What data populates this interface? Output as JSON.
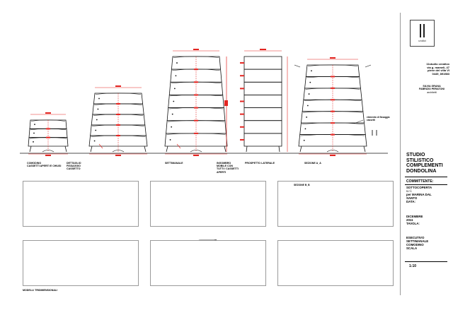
{
  "sheet": {
    "border_color": "#9a9a9a",
    "dimension_color": "#e32521",
    "line_color": "#111111"
  },
  "elevations": {
    "labels": {
      "comodino": "COMODINO\nCASSETTI APERTI E CHIUSI",
      "dettaglio": "DETTAGLIO\nFISSAGGIO\nCASSETTO",
      "settimanale": "SETTIMANALE",
      "ingombro": "INGOMBRO\nMOBILE CON\nTUTTI I CASSETTI\nAPERTI",
      "prospetto": "PROSPETTO LATERALE",
      "sezione": "SEZIONE A_A",
      "fissaggio_note": "elemento di fissaggio\ncassetti"
    }
  },
  "views3d": {
    "caption": "MODELLI TRIDIMENSIONALI",
    "section_tag": "SEZIONE B_B"
  },
  "title_block": {
    "logo_text": "undici",
    "address": [
      "11studio creativo",
      "via g. mameli, 47",
      "pieve del villa VI",
      "0445_891583"
    ],
    "credits": [
      "SILVIA GRANA",
      "FABRIZIO PERATONI",
      "architetti"
    ],
    "studio": [
      "STUDIO",
      "STILISTICO",
      "COMPLEMENTI",
      "DONDOLINA"
    ],
    "committente_label": "COMMITTENTE:",
    "committente": [
      "SOTTOCOPERTA",
      "s.r.l.",
      "per MARINA DAL",
      "SANTO"
    ],
    "data_label": "DATA:",
    "data": [
      "DICEMBRE",
      "2011"
    ],
    "tavola_label": "TAVOLA:",
    "tavola": [
      "ESECUTIVO",
      "SETTIMANALE",
      "COMODINO",
      "SCALA"
    ],
    "scala": "1:10"
  }
}
